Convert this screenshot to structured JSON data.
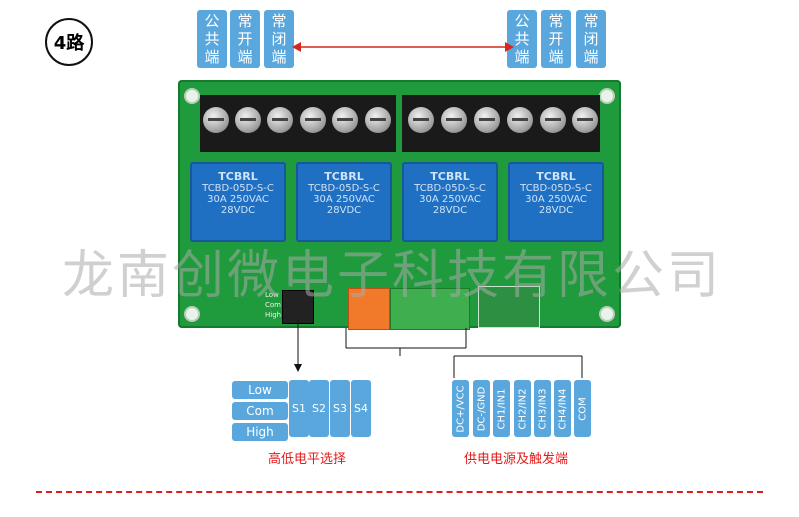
{
  "badge": "4路",
  "top_labels_left": [
    {
      "text": "公\n共\n端"
    },
    {
      "text": "常\n开\n端"
    },
    {
      "text": "常\n闭\n端"
    }
  ],
  "top_labels_right": [
    {
      "text": "公\n共\n端"
    },
    {
      "text": "常\n开\n端"
    },
    {
      "text": "常\n闭\n端"
    }
  ],
  "level_options": [
    "Low",
    "Com",
    "High"
  ],
  "switches": [
    "S1",
    "S2",
    "S3",
    "S4"
  ],
  "pins": [
    "DC+/VCC",
    "DC-/GND",
    "CH1/IN1",
    "CH2/IN2",
    "CH3/IN3",
    "CH4/IN4",
    "COM"
  ],
  "caption_left": "高低电平选择",
  "caption_right": "供电电源及触发端",
  "watermark": "龙南创微电子科技有限公司",
  "board": {
    "relay_brand": "TCBRL",
    "relay_model": "TCBD-05D-S-C",
    "relay_rating1": "30A 250VAC",
    "relay_rating2": "28VDC",
    "jumper_labels": [
      "Low",
      "Com",
      "High"
    ]
  },
  "colors": {
    "tag_blue": "#5aa7de",
    "caption_red": "#e21b1b",
    "board_green": "#1f9a3c",
    "relay_blue": "#1f6fc2"
  }
}
